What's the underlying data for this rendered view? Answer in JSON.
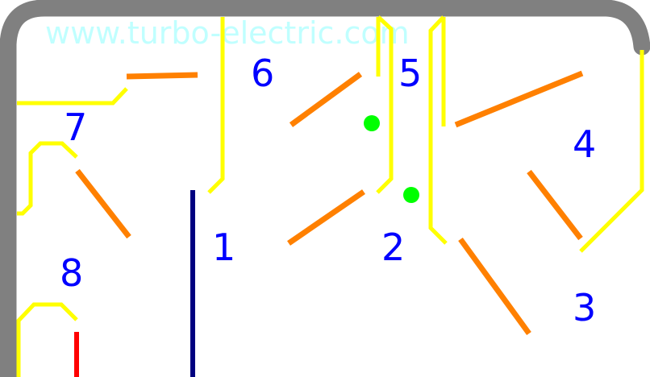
{
  "watermark": "www.turbo-electric.com",
  "colors": {
    "wall": "#808080",
    "track": "#ffff00",
    "switch": "#ff8000",
    "label": "#0000ff",
    "signal_dot": "#00ff00",
    "navy_post": "#000080",
    "red_post": "#ff0000",
    "watermark": "#c0ffff"
  },
  "zones": [
    {
      "id": "zone-1",
      "label": "1"
    },
    {
      "id": "zone-2",
      "label": "2"
    },
    {
      "id": "zone-3",
      "label": "3"
    },
    {
      "id": "zone-4",
      "label": "4"
    },
    {
      "id": "zone-5",
      "label": "5"
    },
    {
      "id": "zone-6",
      "label": "6"
    },
    {
      "id": "zone-7",
      "label": "7"
    },
    {
      "id": "zone-8",
      "label": "8"
    }
  ]
}
